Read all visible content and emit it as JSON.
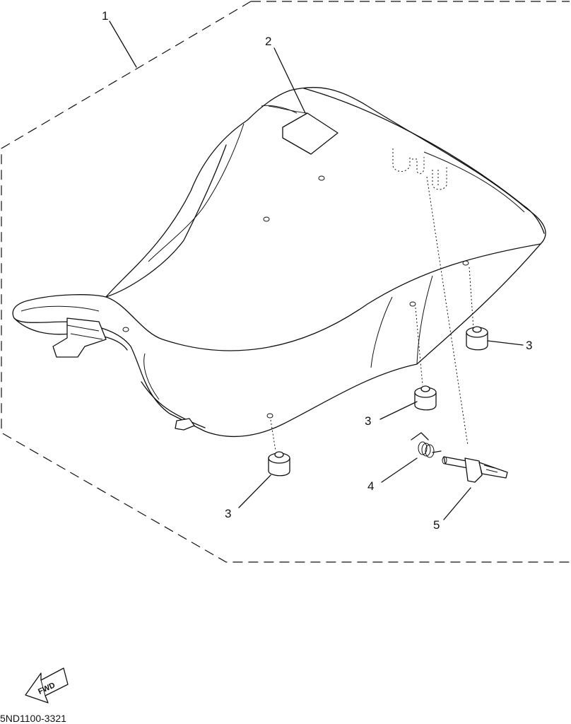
{
  "diagram": {
    "callouts": [
      {
        "id": "1",
        "text": "1"
      },
      {
        "id": "2",
        "text": "2"
      },
      {
        "id": "3a",
        "text": "3"
      },
      {
        "id": "3b",
        "text": "3"
      },
      {
        "id": "3c",
        "text": "3"
      },
      {
        "id": "4",
        "text": "4"
      },
      {
        "id": "5",
        "text": "5"
      }
    ],
    "fwd_arrow": {
      "label": "FWD",
      "icon": "fwd-arrow-icon"
    },
    "drawing_code": "5ND1100-3321"
  }
}
